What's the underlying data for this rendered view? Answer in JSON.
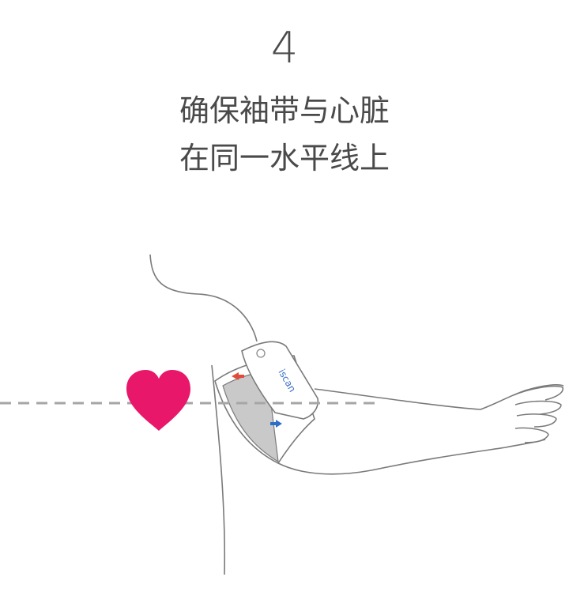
{
  "step": {
    "number": "4"
  },
  "instruction": {
    "line1": "确保袖带与心脏",
    "line2": "在同一水平线上"
  },
  "device": {
    "brand": "iscan"
  },
  "colors": {
    "heart": "#e8176a",
    "text": "#4a4a4a",
    "outline": "#7a7a7a",
    "cuff": "#c9c9c9",
    "dash": "#a6a6a6",
    "indicator_red": "#e34a3a",
    "indicator_blue": "#2f6ec7",
    "brand_text": "#3a6fc9"
  },
  "icons": [
    "heart-icon",
    "arrow-left-icon",
    "arrow-right-icon"
  ]
}
